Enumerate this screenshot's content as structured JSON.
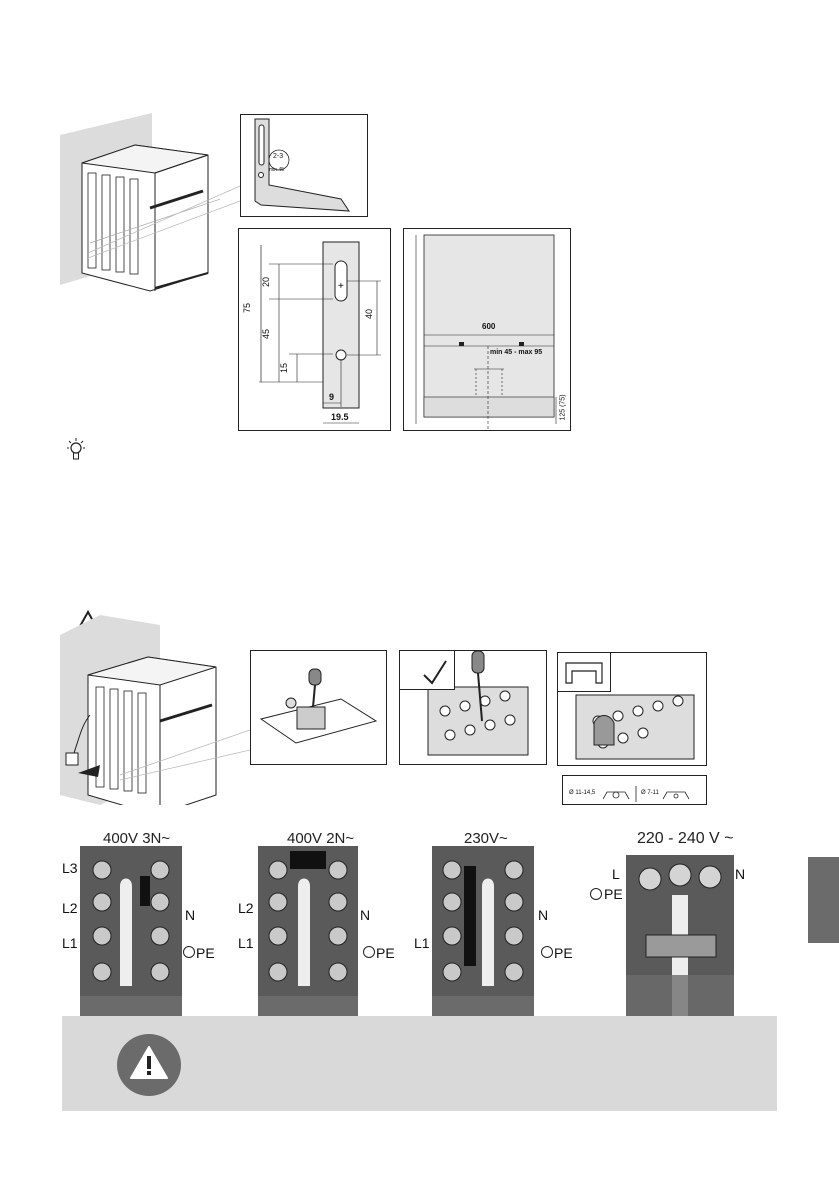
{
  "bracket": {
    "detail_label_a": "2-3",
    "detail_label_b": "min 45",
    "dim_75": "75",
    "dim_20": "20",
    "dim_45": "45",
    "dim_15": "15",
    "dim_40": "40",
    "dim_9": "9",
    "dim_19_5": "19.5"
  },
  "rear_view": {
    "width_600": "600",
    "gap_range": "min 45 - max 95",
    "height_125": "125 (75)"
  },
  "cable_clamp": {
    "range_large": "Ø 11-14,5",
    "range_small": "Ø 7-11"
  },
  "terminals": [
    {
      "title": "400V 3N~",
      "labels": {
        "l3": "L3",
        "l2": "L2",
        "l1": "L1",
        "n": "N",
        "pe": "PE"
      }
    },
    {
      "title": "400V 2N~",
      "labels": {
        "l2": "L2",
        "l1": "L1",
        "n": "N",
        "pe": "PE"
      }
    },
    {
      "title": "230V~",
      "labels": {
        "l1": "L1",
        "n": "N",
        "pe": "PE"
      }
    },
    {
      "title": "220 - 240 V ~",
      "labels": {
        "l": "L",
        "n": "N",
        "pe": "PE"
      }
    }
  ],
  "icons": {
    "tip": "lightbulb-icon",
    "electric": "electric-hazard-icon",
    "warning": "warning-icon",
    "check": "checkmark-icon"
  },
  "colors": {
    "wall": "#dcdcdc",
    "terminal_block": "#5a5a5a",
    "warning_band": "#d9d9d9",
    "warning_circle": "#6b6b6b",
    "side_tab": "#6b6b6b"
  }
}
